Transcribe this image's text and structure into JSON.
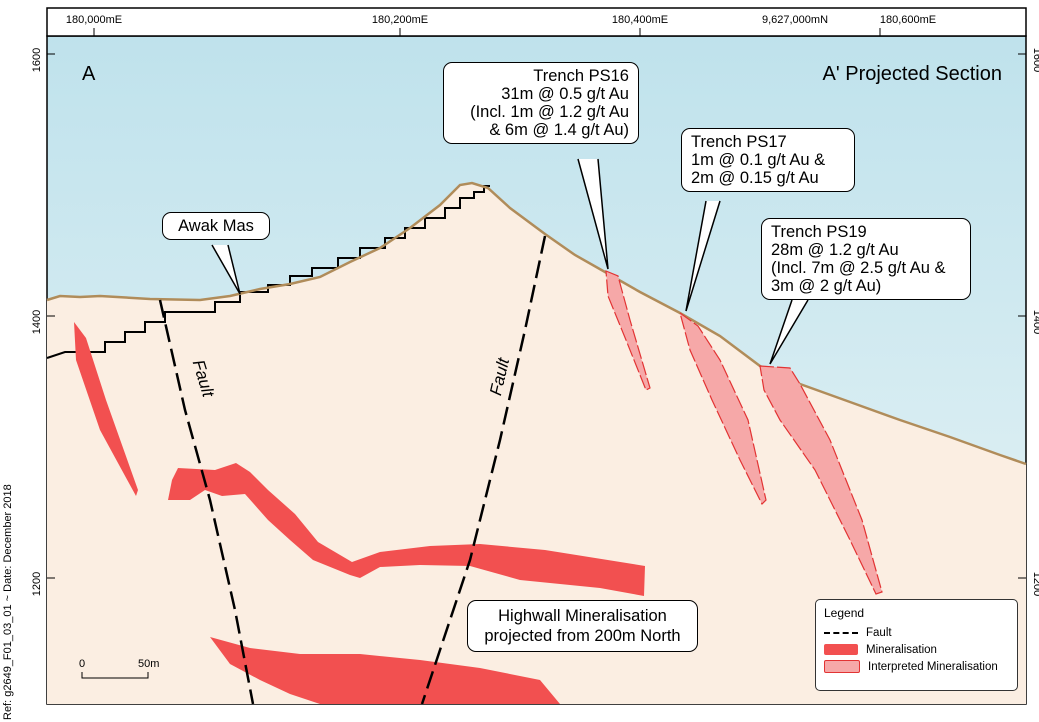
{
  "side_reference": "Ref: g2649_F01_03_01 ~ Date: December 2018",
  "eastings": [
    "180,000mE",
    "180,200mE",
    "180,400mE",
    "180,600mE"
  ],
  "northing": "9,627,000mN",
  "elevations": [
    "1600",
    "1400",
    "1200"
  ],
  "section_start": "A",
  "section_end": "A' Projected Section",
  "fault_label": "Fault",
  "callouts": {
    "awak_mas": [
      "Awak Mas"
    ],
    "ps16": [
      "Trench PS16",
      "31m @ 0.5 g/t Au",
      "(Incl. 1m @ 1.2 g/t Au",
      "& 6m @ 1.4 g/t Au)"
    ],
    "ps17": [
      "Trench PS17",
      "1m @ 0.1 g/t Au &",
      "2m @ 0.15 g/t Au"
    ],
    "ps19": [
      "Trench PS19",
      "28m @ 1.2 g/t Au",
      "(Incl. 7m @ 2.5 g/t Au &",
      "3m @ 2 g/t Au)"
    ],
    "highwall": [
      "Highwall Mineralisation",
      "projected from 200m North"
    ]
  },
  "legend": {
    "title": "Legend",
    "fault": "Fault",
    "mineralisation": "Mineralisation",
    "interpreted": "Interpreted Mineralisation"
  },
  "scale": {
    "zero": "0",
    "distance": "50m"
  },
  "colors": {
    "sky": "#c9e6ee",
    "ground": "#fbeee2",
    "topo_line": "#b08c5a",
    "mineralisation": "#f25050",
    "interpreted": "#f6a8a8",
    "interpreted_edge": "#e23333"
  }
}
